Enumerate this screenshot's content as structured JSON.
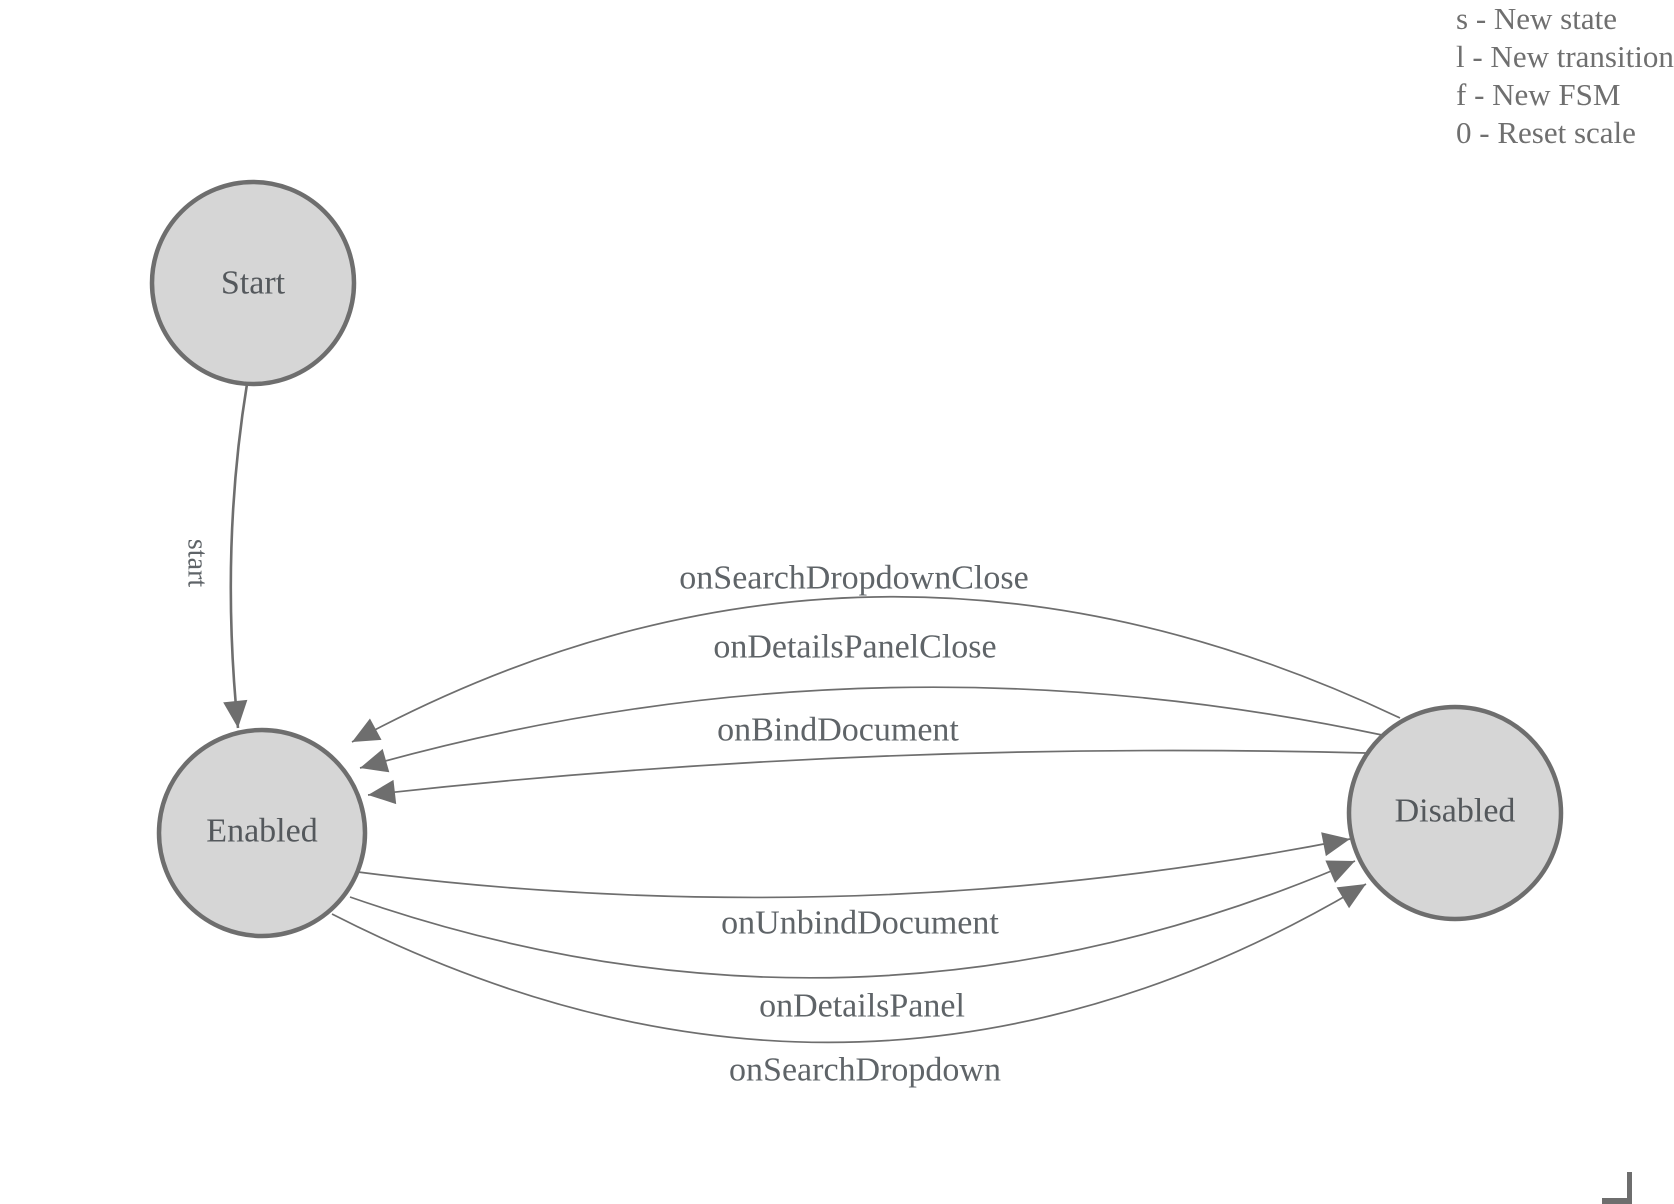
{
  "diagram": {
    "nodes": [
      {
        "id": "start",
        "label": "Start"
      },
      {
        "id": "enabled",
        "label": "Enabled"
      },
      {
        "id": "disabled",
        "label": "Disabled"
      }
    ],
    "edges": [
      {
        "label": "start",
        "from": "Start",
        "to": "Enabled"
      },
      {
        "label": "onSearchDropdownClose",
        "from": "Disabled",
        "to": "Enabled"
      },
      {
        "label": "onDetailsPanelClose",
        "from": "Disabled",
        "to": "Enabled"
      },
      {
        "label": "onBindDocument",
        "from": "Disabled",
        "to": "Enabled"
      },
      {
        "label": "onUnbindDocument",
        "from": "Enabled",
        "to": "Disabled"
      },
      {
        "label": "onDetailsPanel",
        "from": "Enabled",
        "to": "Disabled"
      },
      {
        "label": "onSearchDropdown",
        "from": "Enabled",
        "to": "Disabled"
      }
    ]
  },
  "legend": {
    "lines": [
      "s - New state",
      "l - New transition",
      "f - New FSM",
      "0 - Reset scale"
    ]
  },
  "colors": {
    "state_fill": "#d6d6d6",
    "state_stroke": "#6e6e6e",
    "edge_stroke": "#6e6e6e",
    "arrowhead_fill": "#6e6e6e",
    "node_text": "#54585c",
    "edge_label_text": "#5f6468",
    "legend_text": "#6f6f6f",
    "background": "#ffffff"
  }
}
